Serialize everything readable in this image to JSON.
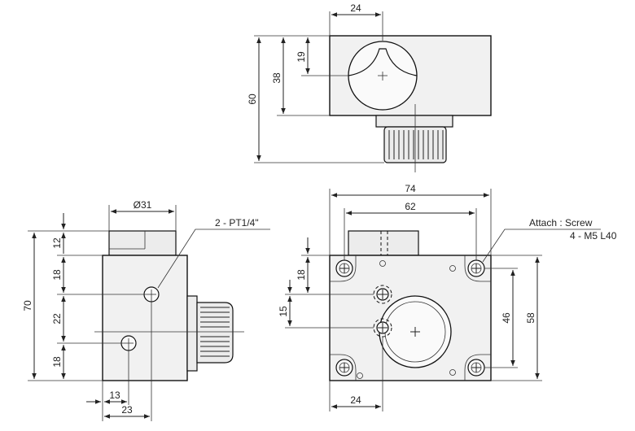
{
  "top_view": {
    "width": "24",
    "height_total": "60",
    "height_mid": "38",
    "height_upper": "19"
  },
  "side_view": {
    "diameter": "Ø31",
    "height_total": "70",
    "seg_top": "12",
    "seg_a": "18",
    "seg_b": "22",
    "seg_c": "18",
    "offset_small": "13",
    "offset_large": "23",
    "port_label": "2 - PT1/4\""
  },
  "front_view": {
    "width_total": "74",
    "width_inner": "62",
    "height_outer": "58",
    "height_inner": "46",
    "hole_a": "18",
    "hole_b": "15",
    "bottom_width": "24",
    "screw_label_1": "Attach : Screw",
    "screw_label_2": "4 - M5 L40"
  }
}
